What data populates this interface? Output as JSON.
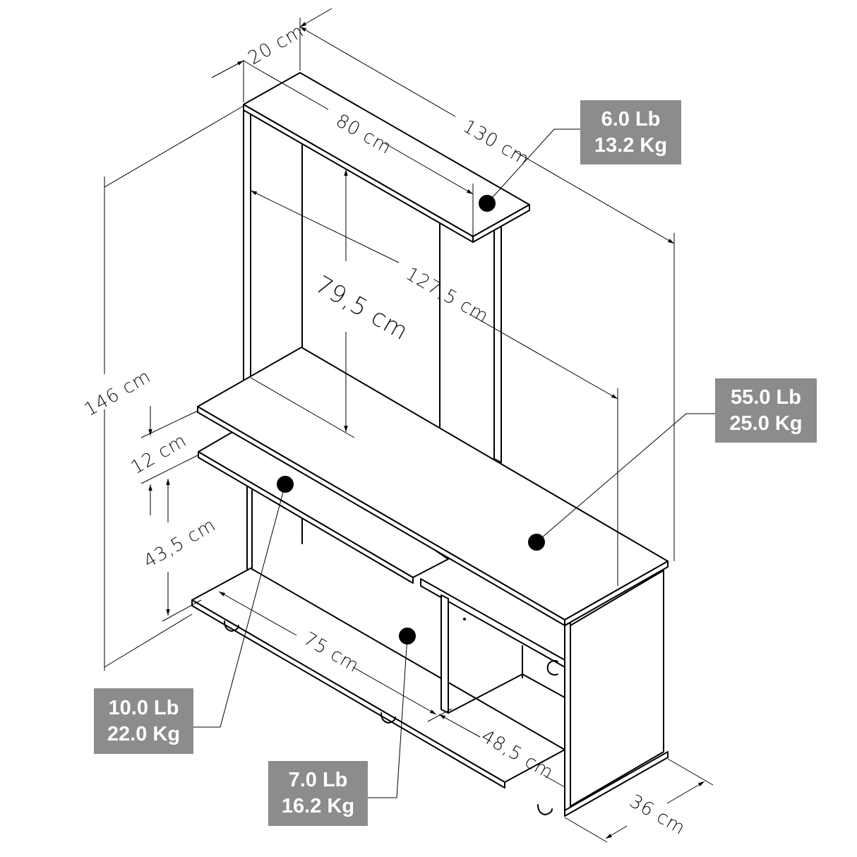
{
  "dimensions": {
    "top_shelf_depth": "20 cm",
    "top_shelf_width": "80 cm",
    "overall_width": "130 cm",
    "inner_height": "79,5 cm",
    "inner_width": "127,5 cm",
    "overall_height": "146 cm",
    "gap_height": "12 cm",
    "lower_height": "43,5 cm",
    "bottom_left_width": "75 cm",
    "bottom_right_width": "48,5 cm",
    "overall_depth": "36 cm"
  },
  "weight_labels": [
    {
      "id": "top-shelf",
      "lb": "6.0 Lb",
      "kg": "13.2 Kg"
    },
    {
      "id": "main-top",
      "lb": "55.0 Lb",
      "kg": "25.0 Kg"
    },
    {
      "id": "keyboard-shelf",
      "lb": "10.0 Lb",
      "kg": "22.0 Kg"
    },
    {
      "id": "bottom-shelf",
      "lb": "7.0 Lb",
      "kg": "16.2 Kg"
    }
  ],
  "colors": {
    "label_bg": "#8c8c8c",
    "label_text": "#ffffff",
    "line": "#000000",
    "background": "#ffffff"
  }
}
